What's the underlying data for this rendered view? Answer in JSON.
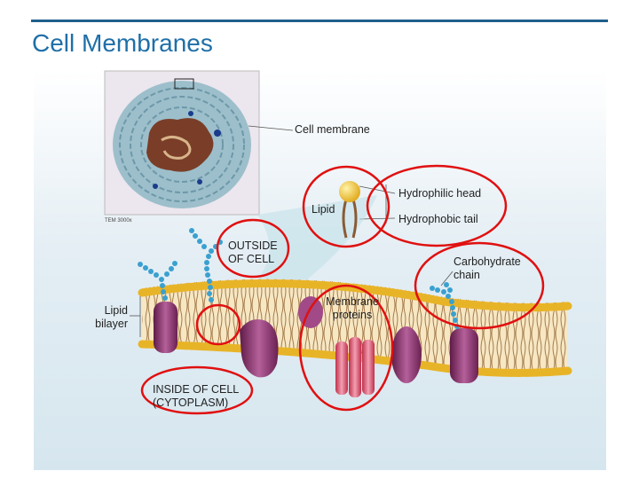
{
  "title": "Cell Membranes",
  "labels": {
    "cell_membrane": "Cell membrane",
    "hydrophilic_head": "Hydrophilic head",
    "lipid": "Lipid",
    "hydrophobic_tail": "Hydrophobic tail",
    "outside_of_cell": "OUTSIDE\nOF CELL",
    "carbohydrate_chain": "Carbohydrate\nchain",
    "lipid_bilayer": "Lipid\nbilayer",
    "membrane_proteins": "Membrane\nproteins",
    "inside_of_cell": "INSIDE OF CELL\n(CYTOPLASM)",
    "scale_bar": "TEM 3000x"
  },
  "colors": {
    "title": "#1f6fa8",
    "annotation_circle": "#e01010",
    "lipid_head": "#f2c12e",
    "protein": "#8a2e6a",
    "carbohydrate": "#3aa0d0"
  }
}
